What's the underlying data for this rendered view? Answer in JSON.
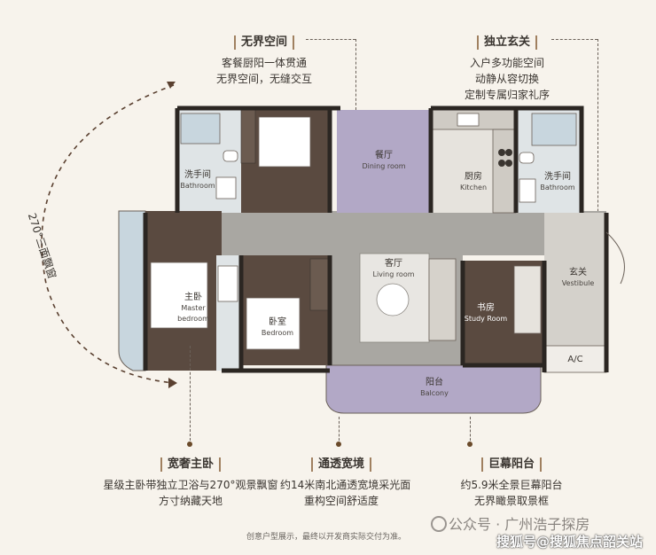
{
  "callouts": {
    "open_space": {
      "tag": "无界空间",
      "lines": [
        "客餐厨阳一体贯通",
        "无界空间，无缝交互"
      ]
    },
    "entrance": {
      "tag": "独立玄关",
      "lines": [
        "入户多功能空间",
        "动静从容切换",
        "定制专属归家礼序"
      ]
    },
    "master": {
      "tag": "宽奢主卧",
      "lines": [
        "星级主卧带独立卫浴与270°观景飘窗",
        "方寸纳藏天地"
      ]
    },
    "ventilation": {
      "tag": "通透宽境",
      "lines": [
        "约14米南北通透宽境采光面",
        "重构空间舒适度"
      ]
    },
    "balcony": {
      "tag": "巨幕阳台",
      "lines": [
        "约5.9米全景巨幕阳台",
        "无界瞰景取景框"
      ]
    }
  },
  "arc_label": "270°三面飘窗",
  "rooms": {
    "bedroom1": {
      "cn": "卧室",
      "en": "Bedroom"
    },
    "bath1": {
      "cn": "洗手间",
      "en": "Bathroom"
    },
    "dining": {
      "cn": "餐厅",
      "en": "Dining room"
    },
    "kitchen": {
      "cn": "厨房",
      "en": "Kitchen"
    },
    "bath2": {
      "cn": "洗手间",
      "en": "Bathroom"
    },
    "master": {
      "cn": "主卧",
      "en1": "Master",
      "en2": "bedroom"
    },
    "bedroom2": {
      "cn": "卧室",
      "en": "Bedroom"
    },
    "living": {
      "cn": "客厅",
      "en": "Living room"
    },
    "study": {
      "cn": "书房",
      "en": "Study Room"
    },
    "vestibule": {
      "cn": "玄关",
      "en": "Vestibule"
    },
    "ac": {
      "cn": "A/C"
    },
    "balcony": {
      "cn": "阳台",
      "en": "Balcony"
    }
  },
  "footer": "创意户型展示，最终以开发商实际交付为准。",
  "watermark1": "公众号 · 广州浩子探房",
  "watermark2": "搜狐号@搜狐焦点韶关站",
  "colors": {
    "wall": "#2b2622",
    "wood": "#5a4a40",
    "stone": "#a9a7a2",
    "purple": "#b2a8c6",
    "glass": "#c8d6de",
    "accent": "#6a4a2a"
  }
}
